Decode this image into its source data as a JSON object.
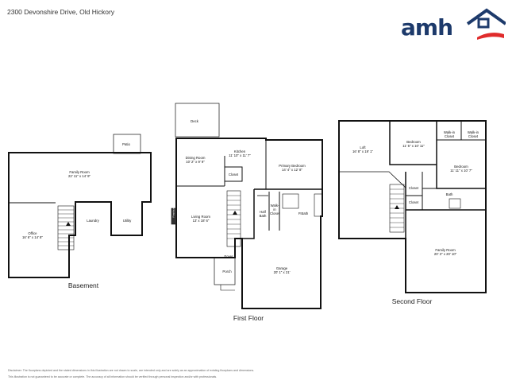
{
  "header": {
    "address": "2300 Devonshire Drive, Old Hickory",
    "logo": "amh",
    "brand_colors": {
      "blue": "#1d3a6b",
      "red": "#e02b2b"
    }
  },
  "floors": {
    "basement": {
      "title": "Basement",
      "rooms": {
        "patio": {
          "name": "Patio",
          "dim": ""
        },
        "family_room": {
          "name": "Family Room",
          "dim": "22' 11\" x 14' 9\""
        },
        "office": {
          "name": "Office",
          "dim": "16' 6\" x 14' 8\""
        },
        "laundry": {
          "name": "Laundry",
          "dim": ""
        },
        "utility": {
          "name": "Utility",
          "dim": ""
        }
      }
    },
    "first": {
      "title": "First Floor",
      "rooms": {
        "deck": {
          "name": "Deck",
          "dim": ""
        },
        "dining_room": {
          "name": "Dining Room",
          "dim": "10' 2\" x 9' 9\""
        },
        "kitchen": {
          "name": "Kitchen",
          "dim": "11' 10\" x 11' 7\""
        },
        "closet": {
          "name": "Closet",
          "dim": ""
        },
        "primary_bedroom": {
          "name": "Primary Bedroom",
          "dim": "14' 4\" x 12' 8\""
        },
        "living_room": {
          "name": "Living Room",
          "dim": "13' x 18' 6\""
        },
        "fireplace": {
          "name": "Fireplace",
          "dim": ""
        },
        "half_bath": {
          "name": "Half Bath",
          "dim": ""
        },
        "walk_in_closet": {
          "name": "Walk-in Closet",
          "dim": ""
        },
        "p_bath": {
          "name": "P.Bath",
          "dim": ""
        },
        "foyer": {
          "name": "Foyer",
          "dim": ""
        },
        "porch": {
          "name": "Porch",
          "dim": ""
        },
        "garage": {
          "name": "Garage",
          "dim": "20' 1\" x 21'"
        }
      }
    },
    "second": {
      "title": "Second Floor",
      "rooms": {
        "loft": {
          "name": "Loft",
          "dim": "16' 8\" x 19' 1\""
        },
        "bedroom_1": {
          "name": "Bedroom",
          "dim": "11' 5\" x 10' 11\""
        },
        "walk_in_1": {
          "name": "Walk-in Closet",
          "dim": ""
        },
        "walk_in_2": {
          "name": "Walk-in Closet",
          "dim": ""
        },
        "bedroom_2": {
          "name": "Bedroom",
          "dim": "11' 11\" x 10' 7\""
        },
        "closet_1": {
          "name": "Closet",
          "dim": ""
        },
        "closet_2": {
          "name": "Closet",
          "dim": ""
        },
        "bath": {
          "name": "Bath",
          "dim": ""
        },
        "family_room": {
          "name": "Family Room",
          "dim": "20' 3\" x 20' 10\""
        }
      }
    }
  },
  "disclaimer": {
    "line1": "Disclaimer: The floorplans depicted and the stated dimensions in this illustration are not drawn to scale, are intended only and are solely as an approximation of existing floorplans and dimensions.",
    "line2": "This illustration is not guaranteed to be accurate or complete. The accuracy of all information should be verified through personal inspection and/or with professionals."
  }
}
